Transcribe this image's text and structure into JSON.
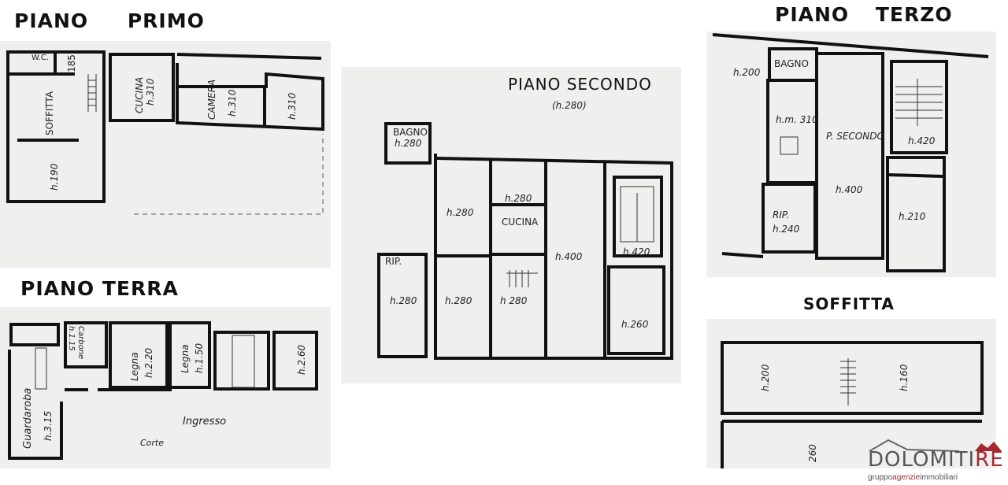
{
  "piano_primo": {
    "title": "PIANO PRIMO",
    "rooms": [
      "W.C.",
      "185",
      "SOFFITTA",
      "h.190",
      "CUCINA",
      "h.310",
      "CAMERA",
      "h.310",
      "h.310"
    ]
  },
  "piano_terra": {
    "title": "PIANO TERRA",
    "rooms": [
      "Guardaroba",
      "h.3.15",
      "Carbone",
      "h.1.15",
      "Legna",
      "h.2.20",
      "Legna",
      "h.1.50",
      "h.2.60",
      "Ingresso",
      "Corte"
    ]
  },
  "piano_secondo": {
    "title": "PIANO SECONDO",
    "subtitle": "(h.280)",
    "rooms": [
      "BAGNO",
      "h.280",
      "h.280",
      "h.280",
      "CUCINA",
      "h.400",
      "h.420",
      "RIP.",
      "h.280",
      "h.280",
      "h 280",
      "h.260"
    ]
  },
  "piano_terzo": {
    "title": "PIANO TERZO",
    "rooms": [
      "BAGNO",
      "h.200",
      "h.m. 310",
      "P. SECONDO",
      "h.420",
      "h.400",
      "RIP.",
      "h.240",
      "h.210"
    ]
  },
  "soffitta": {
    "title": "SOFFITTA",
    "rooms": [
      "h.200",
      "h.160",
      "260"
    ]
  },
  "logo": {
    "name_main": "DOLOMITI",
    "name_accent": "RE",
    "tagline_a": "gruppo",
    "tagline_b": "agenzie",
    "tagline_c": "immobiliari",
    "accent_color": "#a12a30"
  }
}
